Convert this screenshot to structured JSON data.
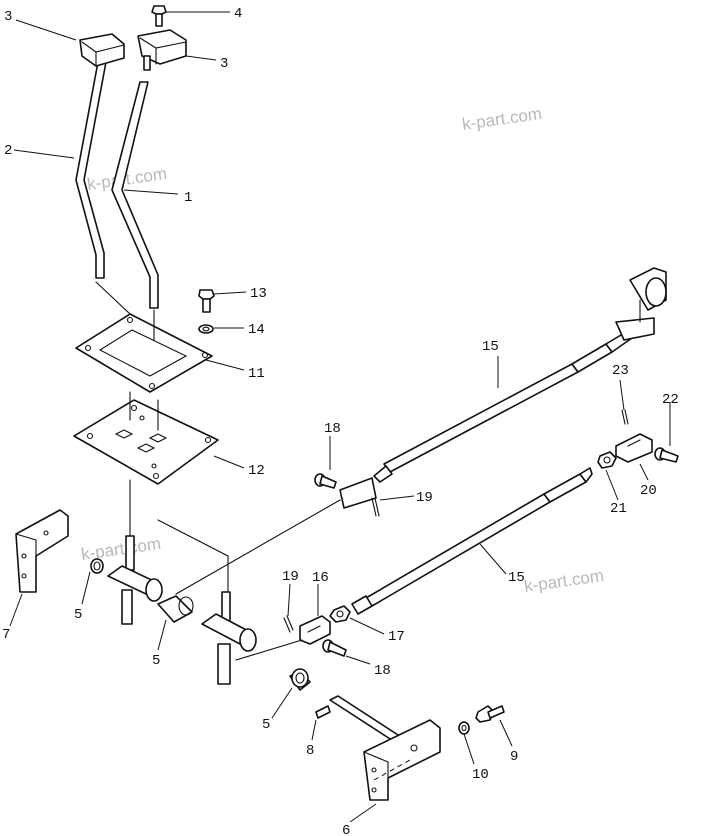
{
  "diagram": {
    "watermark": "k-part.com",
    "callouts": {
      "c1": "1",
      "c2": "2",
      "c3a": "3",
      "c3b": "3",
      "c4": "4",
      "c5a": "5",
      "c5b": "5",
      "c5c": "5",
      "c6": "6",
      "c7": "7",
      "c8": "8",
      "c9": "9",
      "c10": "10",
      "c11": "11",
      "c12": "12",
      "c13": "13",
      "c14": "14",
      "c15a": "15",
      "c15b": "15",
      "c16": "16",
      "c17": "17",
      "c18a": "18",
      "c18b": "18",
      "c19a": "19",
      "c19b": "19",
      "c20": "20",
      "c21": "21",
      "c22": "22",
      "c23": "23"
    }
  }
}
